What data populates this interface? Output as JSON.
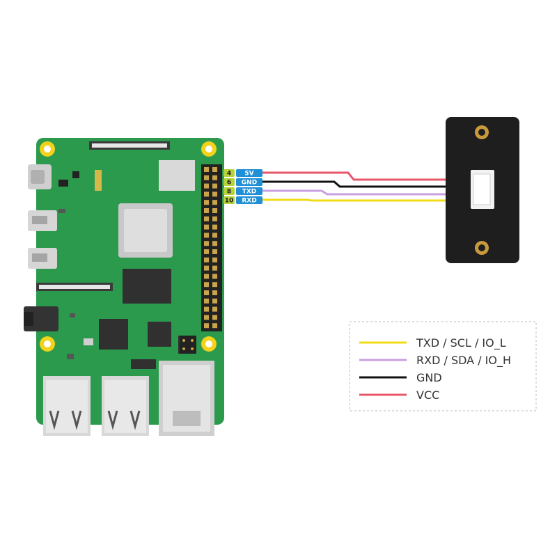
{
  "pin_labels": [
    {
      "num": "4",
      "name": "5V",
      "wire": "vcc"
    },
    {
      "num": "6",
      "name": "GND",
      "wire": "gnd"
    },
    {
      "num": "8",
      "name": "TXD",
      "wire": "rxd"
    },
    {
      "num": "10",
      "name": "RXD",
      "wire": "txd"
    }
  ],
  "legend": [
    {
      "key": "txd",
      "label": "TXD / SCL / IO_L"
    },
    {
      "key": "rxd",
      "label": "RXD / SDA / IO_H"
    },
    {
      "key": "gnd",
      "label": "GND"
    },
    {
      "key": "vcc",
      "label": "VCC"
    }
  ],
  "colors": {
    "txd": "#f2dc1a",
    "rxd": "#c9a0e0",
    "gnd": "#111111",
    "vcc": "#e8566a",
    "board_green": "#2c9a4c",
    "pin_num_bg": "#b6d33b",
    "pin_name_bg": "#1f8fd6"
  }
}
